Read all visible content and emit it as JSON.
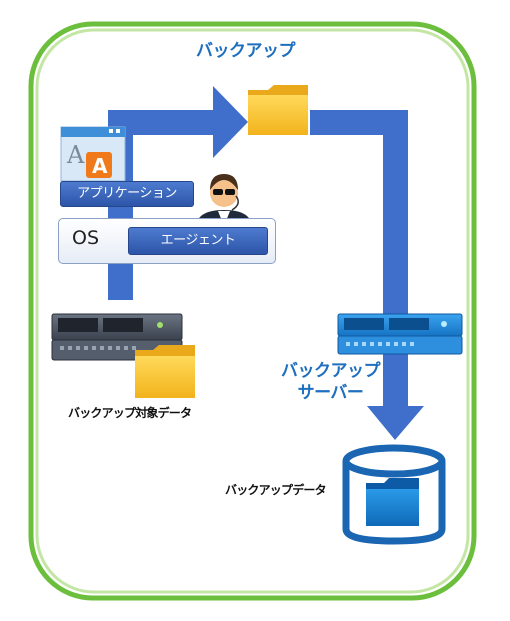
{
  "diagram": {
    "title": "バックアップ",
    "application_label": "アプリケーション",
    "os_label": "OS",
    "agent_label": "エージェント",
    "target_label": "バックアップ対象データ",
    "server_label_line1": "バックアップ",
    "server_label_line2": "サーバー",
    "data_label": "バックアップデータ"
  },
  "colors": {
    "frame_outer": "#6bbf3c",
    "frame_inner": "#a7d77e",
    "arrow": "#3f6fcb",
    "folder": "#f7c23a",
    "server_blue": "#1e8be0",
    "server_gray": "#4a5260",
    "label_blue": "#1f6fbf"
  },
  "icons": [
    "application-window-icon",
    "agent-person-icon",
    "source-server-icon",
    "folder-icon",
    "backup-server-icon",
    "database-icon"
  ]
}
